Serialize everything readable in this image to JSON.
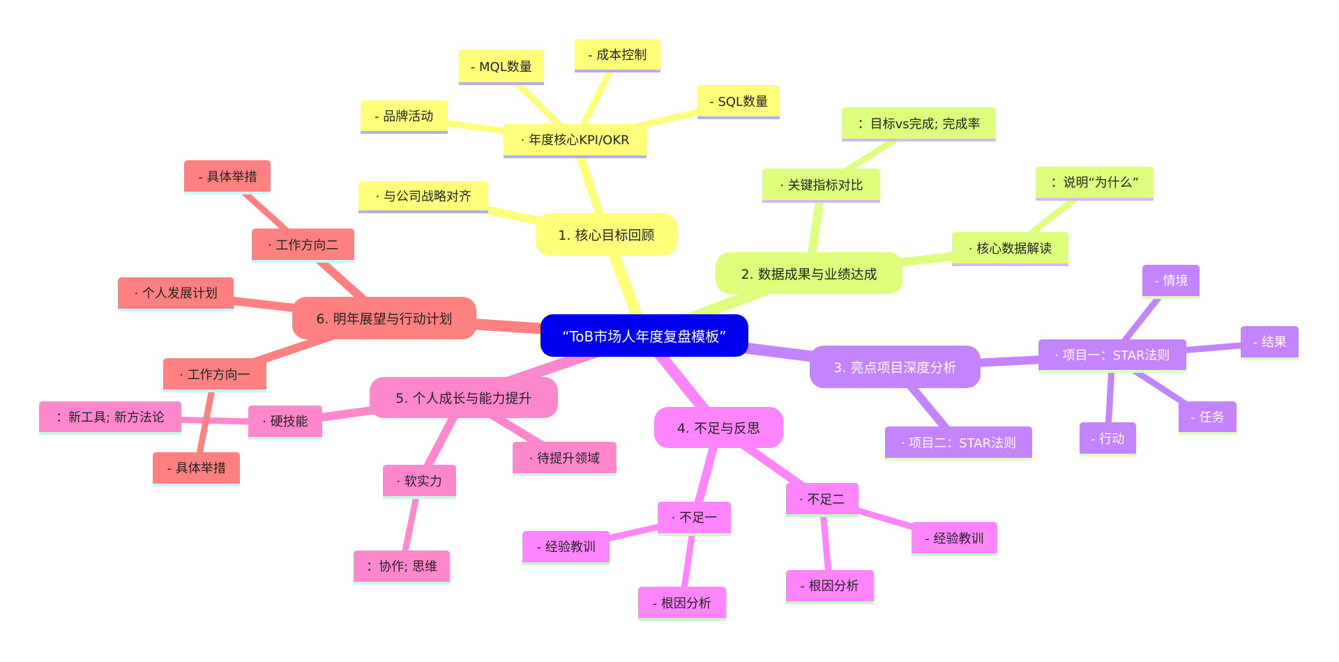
{
  "center": {
    "label": "“ToB市场人年度复盘模板”",
    "color": "#0000ee"
  },
  "branches": [
    {
      "label": "1. 核心目标回顾",
      "color": "#ffff7a",
      "text_color": "#222222",
      "underline": "#b4aef0",
      "children": [
        {
          "label": "· 与公司战略对齐",
          "children": []
        },
        {
          "label": "· 年度核心KPI/OKR",
          "children": [
            {
              "label": "- 品牌活动"
            },
            {
              "label": "- MQL数量"
            },
            {
              "label": "- 成本控制"
            },
            {
              "label": "- SQL数量"
            }
          ]
        }
      ]
    },
    {
      "label": "2. 数据成果与业绩达成",
      "color": "#ddff7c",
      "text_color": "#222222",
      "underline": "#d4b8f4",
      "children": [
        {
          "label": "· 关键指标对比",
          "children": [
            {
              "label": "：目标vs完成; 完成率"
            }
          ]
        },
        {
          "label": "· 核心数据解读",
          "children": [
            {
              "label": "：说明“为什么”"
            }
          ]
        }
      ]
    },
    {
      "label": "3. 亮点项目深度分析",
      "color": "#c483ff",
      "text_color": "#ffffff",
      "underline": "#dcffc0",
      "children": [
        {
          "label": "· 项目一：STAR法则",
          "children": [
            {
              "label": "- 情境"
            },
            {
              "label": "- 结果"
            },
            {
              "label": "- 任务"
            },
            {
              "label": "- 行动"
            }
          ]
        },
        {
          "label": "· 项目二：STAR法则",
          "children": []
        }
      ]
    },
    {
      "label": "4. 不足与反思",
      "color": "#ff85ff",
      "text_color": "#222222",
      "underline": "#c8f8c8",
      "children": [
        {
          "label": "· 不足一",
          "children": [
            {
              "label": "- 经验教训"
            },
            {
              "label": "- 根因分析"
            }
          ]
        },
        {
          "label": "· 不足二",
          "children": [
            {
              "label": "- 经验教训"
            },
            {
              "label": "- 根因分析"
            }
          ]
        }
      ]
    },
    {
      "label": "5. 个人成长与能力提升",
      "color": "#ff88cc",
      "text_color": "#222222",
      "underline": "#c8f8e8",
      "children": [
        {
          "label": "· 硬技能",
          "children": [
            {
              "label": "：新工具; 新方法论"
            }
          ]
        },
        {
          "label": "· 软实力",
          "children": [
            {
              "label": "：协作; 思维"
            }
          ]
        },
        {
          "label": "· 待提升领域",
          "children": []
        }
      ]
    },
    {
      "label": "6. 明年展望与行动计划",
      "color": "#ff8080",
      "text_color": "#222222",
      "underline": "#c8f8f8",
      "children": [
        {
          "label": "· 工作方向二",
          "children": [
            {
              "label": "- 具体举措"
            }
          ]
        },
        {
          "label": "· 个人发展计划",
          "children": []
        },
        {
          "label": "· 工作方向一",
          "children": [
            {
              "label": "- 具体举措"
            }
          ]
        }
      ]
    }
  ]
}
